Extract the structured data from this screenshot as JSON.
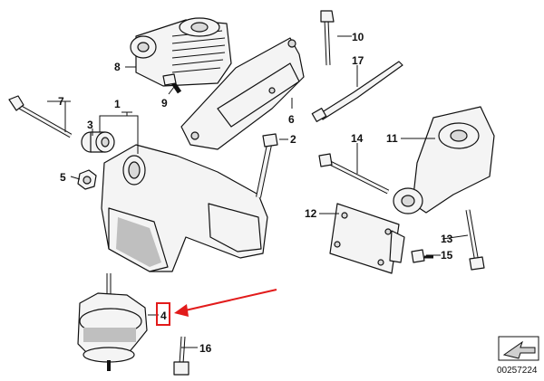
{
  "callouts": {
    "c1": "1",
    "c2": "2",
    "c3": "3",
    "c4": "4",
    "c5": "5",
    "c6": "6",
    "c7": "7",
    "c8": "8",
    "c9": "9",
    "c10": "10",
    "c11": "11",
    "c12": "12",
    "c13": "13",
    "c14": "14",
    "c15": "15",
    "c16": "16",
    "c17": "17"
  },
  "highlight": {
    "callout": "4",
    "color": "#e21b1b"
  },
  "reference_number": "00257224"
}
